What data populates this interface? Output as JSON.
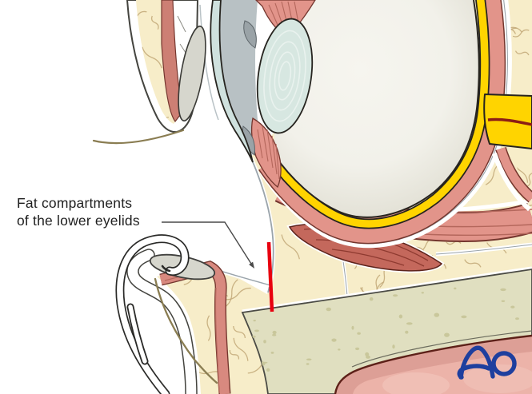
{
  "figure": {
    "kind": "medical illustration",
    "subject": "sagittal section of orbit, eyeball and eyelids with retractor on lower eyelid"
  },
  "annotation": {
    "label_line1": "Fat compartments",
    "label_line2": "of the lower eyelids",
    "text_color": "#1f1f1f",
    "leader_color": "#4a4a4a"
  },
  "marker": {
    "description": "red marking line through lower-eyelid fat to orbital rim",
    "color": "#e8000f"
  },
  "branding": {
    "logo_text": "AO",
    "logo_color": "#1e3f9e"
  },
  "palette": {
    "text": "#1f1f1f",
    "leader": "#4a4a4a",
    "marker": "#e8000f",
    "logo": "#1e3f9e",
    "fat": "#f7edc9",
    "fat_texture": "#c2a878",
    "muscle": "#e2948a",
    "muscle_fill2": "#d8897f",
    "muscle_dark": "#c4685c",
    "muscle_line": "#b4675c",
    "muscle_edge": "#74362e",
    "sclera_yellow": "#ffd400",
    "vessel_dark": "#8c1d15",
    "bone": "#e0dfc0",
    "bone_stipple": "#c9c79b",
    "bone_edge": "#4a4a44",
    "sinus_mucosa": "#dd9f96",
    "sinus_inner": "#ecb3a9",
    "sinus_rim": "#5d2018",
    "cornea": "#cfe1de",
    "lens": "#d7e7e1",
    "lens_ring": "#e9f2ee",
    "anterior_chamber": "#b8c1c4",
    "iris_gray": "#9aa3a7",
    "tarsus": "#d6d6cd",
    "globe": "#f2f1ea",
    "globe_edge": "#dcdacd",
    "outline": "#26241f",
    "seam": "#9aa4ab",
    "skin_outline": "#44443f",
    "instrument": "#2a2a28",
    "lash": "#8a7d52"
  }
}
